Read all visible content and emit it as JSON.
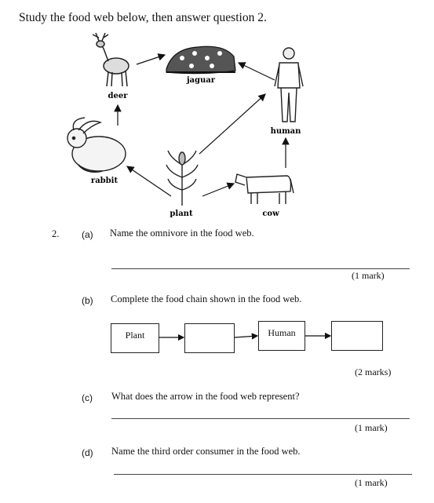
{
  "intro": "Study the food web below, then answer question 2.",
  "food_web": {
    "organisms": {
      "deer": "deer",
      "jaguar": "jaguar",
      "human": "human",
      "rabbit": "rabbit",
      "plant": "plant",
      "cow": "cow"
    }
  },
  "question": {
    "number": "2.",
    "parts": [
      {
        "label": "(a)",
        "text": "Name the omnivore in the food web.",
        "marks": "(1 mark)"
      },
      {
        "label": "(b)",
        "text": "Complete the food chain shown in the food web.",
        "marks": "(2 marks)"
      },
      {
        "label": "(c)",
        "text": "What does the arrow in the food web represent?",
        "marks": "(1 mark)"
      },
      {
        "label": "(d)",
        "text": "Name the third order consumer in the food web.",
        "marks": "(1 mark)"
      }
    ],
    "chain_boxes": [
      "Plant",
      "",
      "Human",
      ""
    ]
  }
}
